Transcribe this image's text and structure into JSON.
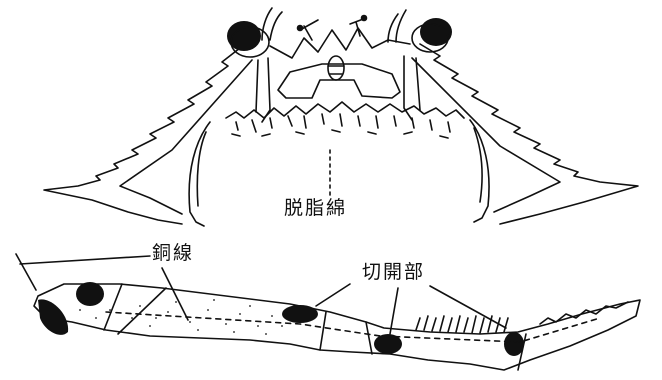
{
  "labels": {
    "absorbent_cotton": "脱脂綿",
    "copper_wire": "銅線",
    "cut_section": "切開部"
  },
  "colors": {
    "ink": "#111111",
    "background": "#ffffff"
  }
}
